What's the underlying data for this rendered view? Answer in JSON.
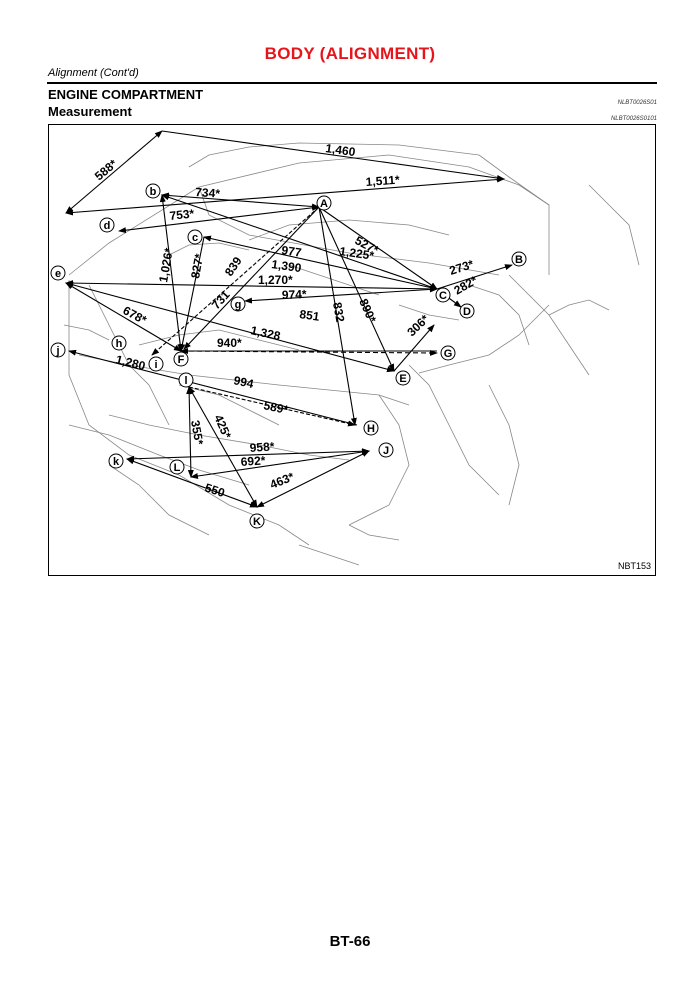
{
  "header": {
    "title": "BODY (ALIGNMENT)",
    "subtitle": "Alignment (Cont'd)"
  },
  "section": {
    "title": "ENGINE COMPARTMENT",
    "code1": "NLBT0026S01",
    "subtitle": "Measurement",
    "code2": "NLBT0026S0101"
  },
  "figure": {
    "code": "NBT153",
    "points": {
      "A": "A",
      "B": "B",
      "C": "C",
      "D": "D",
      "E": "E",
      "F": "F",
      "G": "G",
      "H": "H",
      "J": "J",
      "K": "K",
      "L": "L",
      "b": "b",
      "c": "c",
      "d": "d",
      "e": "e",
      "g": "g",
      "h": "h",
      "i": "i",
      "j": "j",
      "k": "k",
      "l": "l"
    },
    "dimensions": {
      "d1460": "1,460",
      "d1511": "1,511*",
      "d588": "588*",
      "d734": "734*",
      "d753": "753*",
      "d527": "527*",
      "d977": "977",
      "d1225": "1,225*",
      "d1390": "1,390",
      "d1026": "1,026*",
      "d827": "827*",
      "d839": "839",
      "d273": "273*",
      "d282": "282*",
      "d1270": "1,270*",
      "d974": "974*",
      "d731": "731",
      "d851": "851",
      "d832": "832",
      "d890": "890*",
      "d678": "678*",
      "d1328": "1,328",
      "d306": "306*",
      "d940": "940*",
      "d1280": "1,280",
      "d994": "994",
      "d589": "589*",
      "d355": "355*",
      "d425": "425*",
      "d958": "958*",
      "d692": "692*",
      "d550": "550",
      "d463": "463*"
    }
  },
  "footer": {
    "page": "BT-66"
  }
}
